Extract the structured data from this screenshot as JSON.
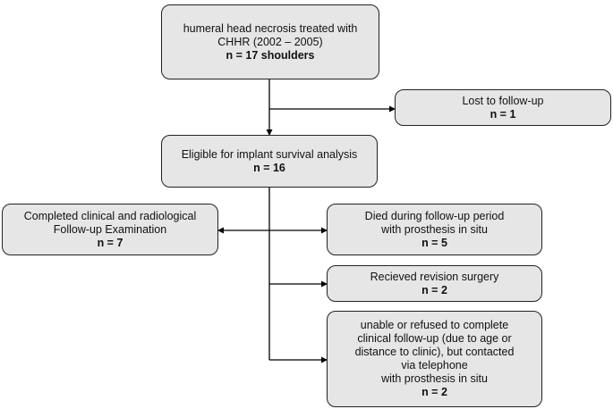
{
  "colors": {
    "box_fill": "#e6e6e6",
    "box_border": "#222222",
    "connector": "#000000"
  },
  "boxes": {
    "origin": {
      "lines": [
        "humeral head necrosis treated with",
        "CHHR (2002 – 2005)"
      ],
      "count": "n = 17 shoulders"
    },
    "lost": {
      "lines": [
        "Lost to follow-up"
      ],
      "count": "n = 1"
    },
    "eligible": {
      "lines": [
        "Eligible for implant survival analysis"
      ],
      "count": "n = 16"
    },
    "completed": {
      "lines": [
        "Completed clinical and radiological",
        "Follow-up Examination"
      ],
      "count": "n = 7"
    },
    "died": {
      "lines": [
        "Died during follow-up period",
        "with prosthesis in situ"
      ],
      "count": "n = 5"
    },
    "revision": {
      "lines": [
        "Recieved revision surgery"
      ],
      "count": "n = 2"
    },
    "unable": {
      "lines": [
        "unable or refused to complete",
        "clinical follow-up (due to age or",
        "distance to clinic), but contacted",
        "via telephone",
        "with prosthesis in situ"
      ],
      "count": "n = 2"
    }
  }
}
